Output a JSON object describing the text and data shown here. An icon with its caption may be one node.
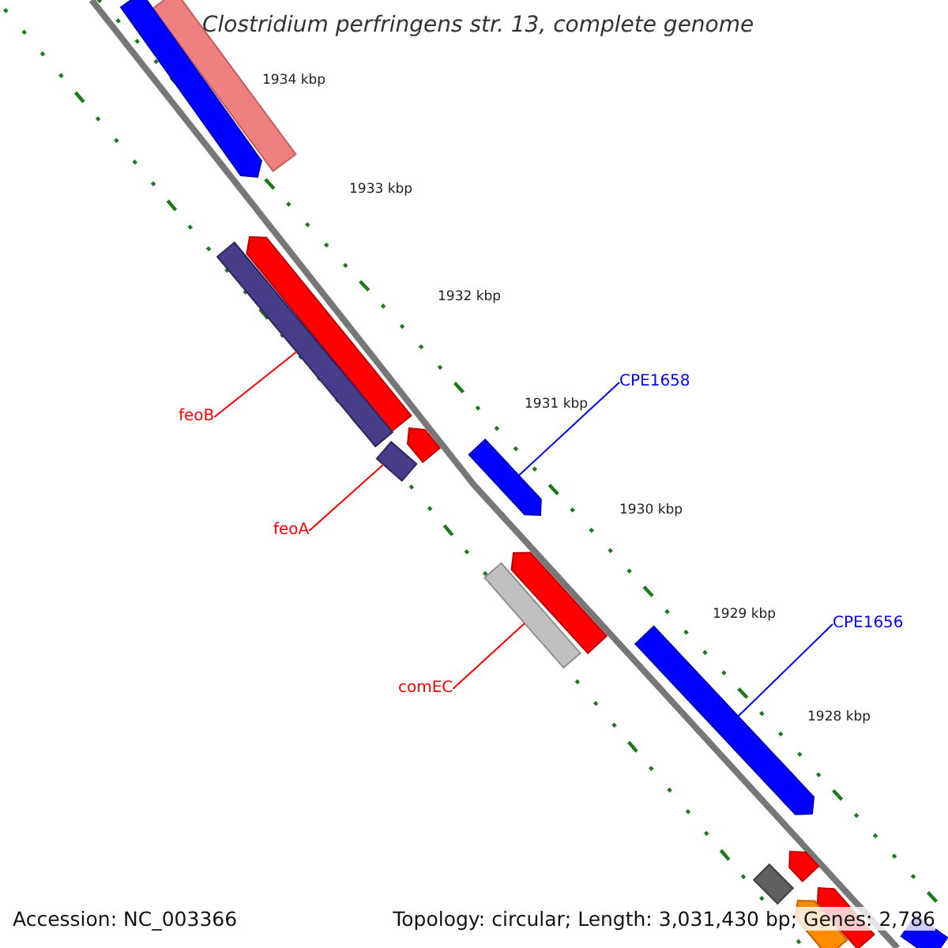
{
  "diagram": {
    "title": "Clostridium perfringens str. 13, complete genome",
    "nodes": [
      {
        "text": [
          "feoB"
        ]
      },
      {
        "text": [
          "feoA"
        ]
      },
      {
        "text": [
          "comEC"
        ]
      },
      {
        "text": [
          "CPE1658"
        ]
      },
      {
        "text": [
          "CPE1656"
        ]
      },
      {
        "text": [],
        "shape": "bar"
      },
      {
        "text": [],
        "shape": "bar"
      },
      {
        "text": [],
        "shape": "bar"
      },
      {
        "text": [],
        "shape": "bar"
      },
      {
        "text": [],
        "shape": "bar"
      }
    ],
    "edges": [
      {
        "from": 0,
        "to": 5,
        "arrow": "none"
      },
      {
        "from": 1,
        "to": 6,
        "arrow": "none"
      },
      {
        "from": 2,
        "to": 7,
        "arrow": "none"
      },
      {
        "from": 3,
        "to": 8,
        "arrow": "none",
        "color": "#0000ff"
      },
      {
        "from": 4,
        "to": 9,
        "arrow": "none",
        "color": "#0000ff"
      }
    ],
    "labels": [
      "1934 kbp",
      "1933 kbp",
      "1932 kbp",
      "1931 kbp",
      "1930 kbp",
      "1929 kbp",
      "1928 kbp",
      "Accession: NC_003366",
      "Topology: circular; Length: 3,031,430 bp; Genes: 2,786"
    ]
  }
}
